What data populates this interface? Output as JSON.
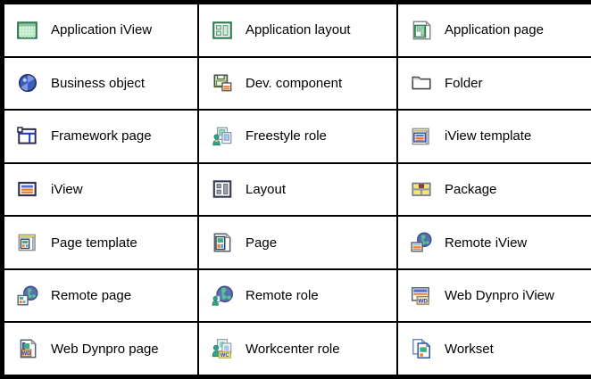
{
  "colors": {
    "grid_border": "#000000",
    "background": "#ffffff",
    "text": "#000000"
  },
  "badges": {
    "wd": "WD",
    "wc": "WC"
  },
  "table": {
    "rows": [
      {
        "cells": [
          {
            "label": "Application iView",
            "icon": "application-iview-icon"
          },
          {
            "label": "Application layout",
            "icon": "application-layout-icon"
          },
          {
            "label": "Application page",
            "icon": "application-page-icon"
          }
        ]
      },
      {
        "cells": [
          {
            "label": "Business object",
            "icon": "business-object-icon"
          },
          {
            "label": "Dev. component",
            "icon": "dev-component-icon"
          },
          {
            "label": "Folder",
            "icon": "folder-icon"
          }
        ]
      },
      {
        "cells": [
          {
            "label": "Framework page",
            "icon": "framework-page-icon"
          },
          {
            "label": "Freestyle role",
            "icon": "freestyle-role-icon"
          },
          {
            "label": "iView template",
            "icon": "iview-template-icon"
          }
        ]
      },
      {
        "cells": [
          {
            "label": "iView",
            "icon": "iview-icon"
          },
          {
            "label": "Layout",
            "icon": "layout-icon"
          },
          {
            "label": "Package",
            "icon": "package-icon"
          }
        ]
      },
      {
        "cells": [
          {
            "label": "Page template",
            "icon": "page-template-icon"
          },
          {
            "label": "Page",
            "icon": "page-icon"
          },
          {
            "label": "Remote iView",
            "icon": "remote-iview-icon"
          }
        ]
      },
      {
        "cells": [
          {
            "label": "Remote page",
            "icon": "remote-page-icon"
          },
          {
            "label": "Remote role",
            "icon": "remote-role-icon"
          },
          {
            "label": "Web Dynpro iView",
            "icon": "web-dynpro-iview-icon"
          }
        ]
      },
      {
        "cells": [
          {
            "label": "Web Dynpro page",
            "icon": "web-dynpro-page-icon"
          },
          {
            "label": "Workcenter role",
            "icon": "workcenter-role-icon"
          },
          {
            "label": "Workset",
            "icon": "workset-icon"
          }
        ]
      }
    ]
  }
}
